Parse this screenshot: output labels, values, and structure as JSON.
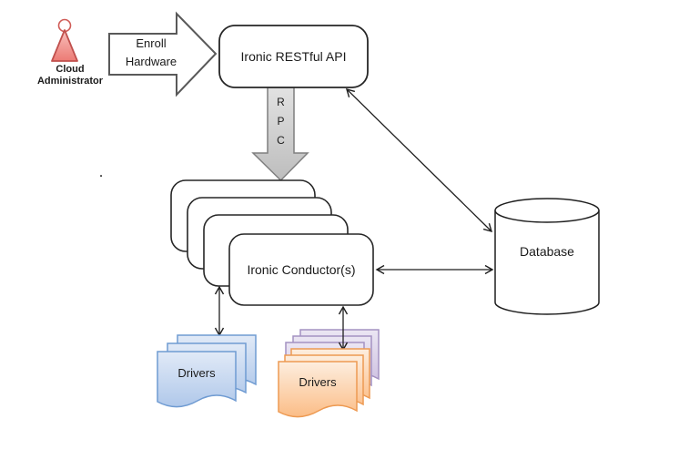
{
  "diagram": {
    "actor": {
      "label": "Cloud Administrator"
    },
    "enroll": {
      "label": "Enroll Hardware"
    },
    "api": {
      "label": "Ironic RESTful API"
    },
    "rpc": {
      "letters": [
        "R",
        "P",
        "C"
      ]
    },
    "conductor": {
      "label": "Ironic Conductor(s)"
    },
    "database": {
      "label": "Database"
    },
    "drivers_left": {
      "label": "Drivers"
    },
    "drivers_right": {
      "label": "Drivers"
    },
    "stray_mark": "."
  },
  "colors": {
    "line": "#1f1f1f",
    "box_stroke": "#262626",
    "blockarrow_edge": "#595959",
    "actor_stroke": "#c0504d",
    "actor_fill": "#f0948f",
    "rpc_fill": "#cccccc",
    "rpc_stroke": "#7f7f7f",
    "blue_fill": "#bdd0ec",
    "blue_stroke": "#6f9bd2",
    "purple_fill": "#d5c8e4",
    "purple_stroke": "#a492c2",
    "orange_fill": "#fbc794",
    "orange_stroke": "#ed9a52"
  }
}
